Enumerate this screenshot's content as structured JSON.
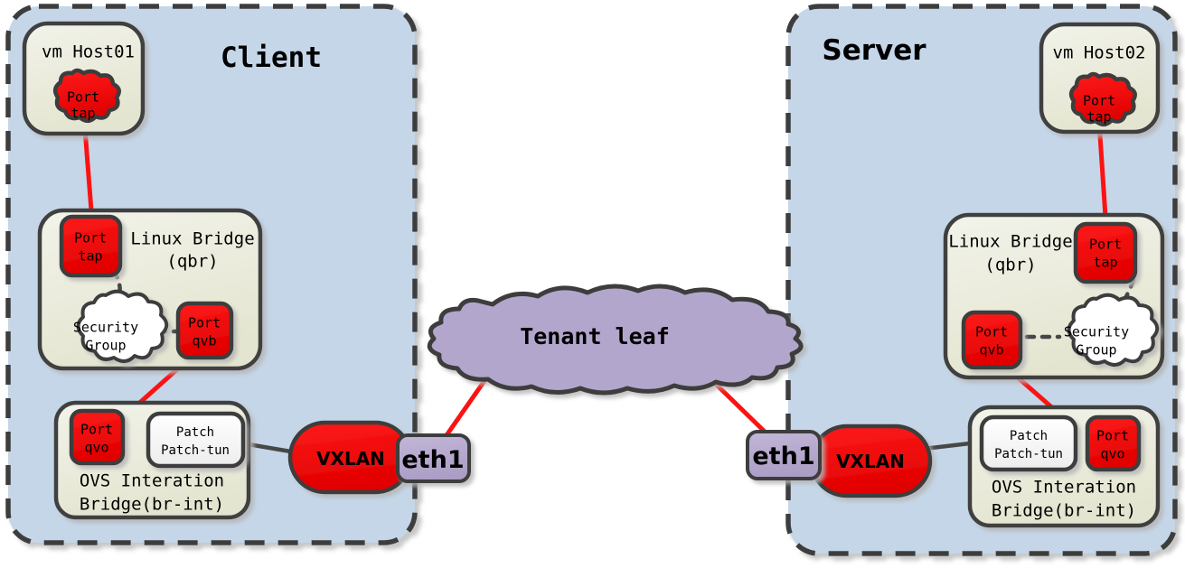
{
  "diagram": {
    "title": "OpenStack Neutron VXLAN tenant network path between Client and Server hypervisors",
    "palette": {
      "panel_fill": "#c4d6e8",
      "panel_border": "#3d3d3d",
      "group_fill": "#e9ead9",
      "group_border": "#404040",
      "port_red": "#f60000",
      "port_red_dark": "#d40000",
      "cloud_purple": "#b3a6cc",
      "eth_lavender": "#b6aacd",
      "white_box": "#fafafa",
      "link_red": "#fb1313",
      "link_gray": "#474747",
      "shadow": "#d8d8d8"
    },
    "panels": [
      {
        "id": "client",
        "title": "Client",
        "title_font": "mono"
      },
      {
        "id": "server",
        "title": "Server",
        "title_font": "sans"
      }
    ],
    "client": {
      "vm": {
        "label": "vm Host01",
        "port": {
          "line1": "Port",
          "line2": "tap",
          "shape": "blob"
        }
      },
      "linux_bridge": {
        "label_line1": "Linux Bridge",
        "label_line2": "(qbr)",
        "port_tap": {
          "line1": "Port",
          "line2": "tap",
          "shape": "rounded-rect"
        },
        "security_group": {
          "line1": "Security",
          "line2": "Group",
          "shape": "blob"
        },
        "port_qvb": {
          "line1": "Port",
          "line2": "qvb",
          "shape": "rounded-rect"
        }
      },
      "ovs_bridge": {
        "label_line1": "OVS Interation",
        "label_line2": "Bridge(br-int)",
        "port_qvo": {
          "line1": "Port",
          "line2": "qvo",
          "shape": "rounded-rect"
        },
        "patch": {
          "line1": "Patch",
          "line2": "Patch-tun",
          "shape": "rounded-rect"
        }
      },
      "vxlan": {
        "label": "VXLAN",
        "shape": "pill"
      },
      "eth": {
        "label": "eth1",
        "shape": "rounded-rect"
      }
    },
    "server": {
      "vm": {
        "label": "vm Host02",
        "port": {
          "line1": "Port",
          "line2": "tap",
          "shape": "blob"
        }
      },
      "linux_bridge": {
        "label_line1": "Linux Bridge",
        "label_line2": "(qbr)",
        "port_tap": {
          "line1": "Port",
          "line2": "tap",
          "shape": "rounded-rect"
        },
        "security_group": {
          "line1": "Security",
          "line2": "Group",
          "shape": "blob"
        },
        "port_qvb": {
          "line1": "Port",
          "line2": "qvb",
          "shape": "rounded-rect"
        }
      },
      "ovs_bridge": {
        "label_line1": "OVS Interation",
        "label_line2": "Bridge(br-int)",
        "port_qvo": {
          "line1": "Port",
          "line2": "qvo",
          "shape": "rounded-rect"
        },
        "patch": {
          "line1": "Patch",
          "line2": "Patch-tun",
          "shape": "rounded-rect"
        }
      },
      "vxlan": {
        "label": "VXLAN",
        "shape": "pill"
      },
      "eth": {
        "label": "eth1",
        "shape": "rounded-rect"
      }
    },
    "cloud": {
      "label": "Tenant leaf",
      "shape": "cloud"
    },
    "links": [
      {
        "from": "client.vm.port_tap",
        "to": "client.linux_bridge.port_tap",
        "style": "solid",
        "color": "#fb1313"
      },
      {
        "from": "client.linux_bridge.port_tap",
        "to": "client.linux_bridge.security_group",
        "style": "dashed",
        "color": "#474747"
      },
      {
        "from": "client.linux_bridge.security_group",
        "to": "client.linux_bridge.port_qvb",
        "style": "dashed",
        "color": "#474747"
      },
      {
        "from": "client.linux_bridge.port_qvb",
        "to": "client.ovs_bridge.port_qvo",
        "style": "solid",
        "color": "#fb1313"
      },
      {
        "from": "client.ovs_bridge.patch",
        "to": "client.vxlan",
        "style": "solid",
        "color": "#474747"
      },
      {
        "from": "client.eth1",
        "to": "cloud",
        "style": "solid",
        "color": "#fb1313"
      },
      {
        "from": "cloud",
        "to": "server.eth1",
        "style": "solid",
        "color": "#fb1313"
      },
      {
        "from": "server.vxlan",
        "to": "server.ovs_bridge.patch",
        "style": "solid",
        "color": "#474747"
      },
      {
        "from": "server.ovs_bridge.port_qvo",
        "to": "server.linux_bridge.port_qvb",
        "style": "solid",
        "color": "#fb1313"
      },
      {
        "from": "server.linux_bridge.port_qvb",
        "to": "server.linux_bridge.security_group",
        "style": "dashed",
        "color": "#474747"
      },
      {
        "from": "server.linux_bridge.security_group",
        "to": "server.linux_bridge.port_tap",
        "style": "dashed",
        "color": "#474747"
      },
      {
        "from": "server.linux_bridge.port_tap",
        "to": "server.vm.port_tap",
        "style": "solid",
        "color": "#fb1313"
      }
    ]
  }
}
